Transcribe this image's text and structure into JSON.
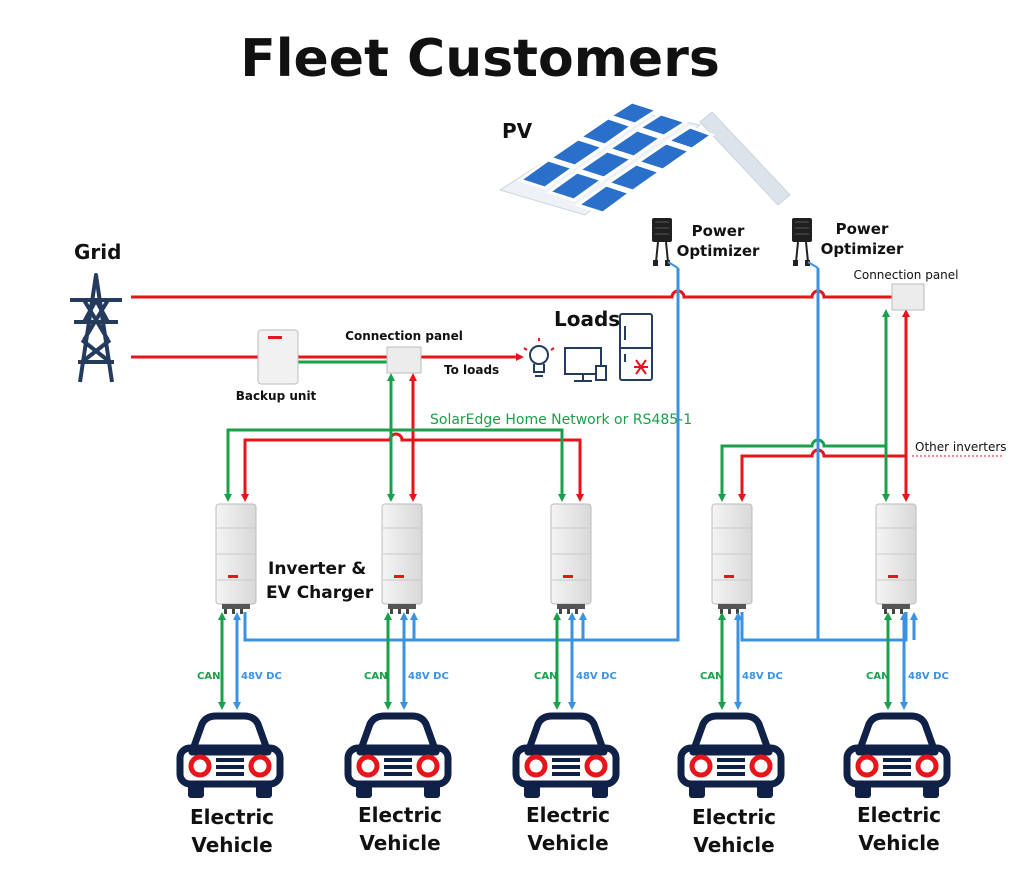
{
  "title": "Fleet Customers",
  "labels": {
    "pv": "PV",
    "grid": "Grid",
    "power_optimizer_1": "Power",
    "power_optimizer_2": "Optimizer",
    "connection_panel": "Connection panel",
    "backup_unit": "Backup unit",
    "loads": "Loads",
    "to_loads": "To loads",
    "network": "SolarEdge Home Network or RS485-1",
    "other_inverters": "Other inverters",
    "inverter_line1": "Inverter &",
    "inverter_line2": "EV Charger",
    "can": "CAN",
    "dc": "48V DC",
    "ev_line1": "Electric",
    "ev_line2": "Vehicle"
  },
  "colors": {
    "ac_line": "#e8141b",
    "data_line": "#18a04a",
    "dc_line": "#3a92e0",
    "network_text": "#1aa04a",
    "car": "#0f2147",
    "car_lights": "#e8141b"
  },
  "units": [
    "unit-1",
    "unit-2",
    "unit-3",
    "unit-4",
    "unit-5"
  ]
}
